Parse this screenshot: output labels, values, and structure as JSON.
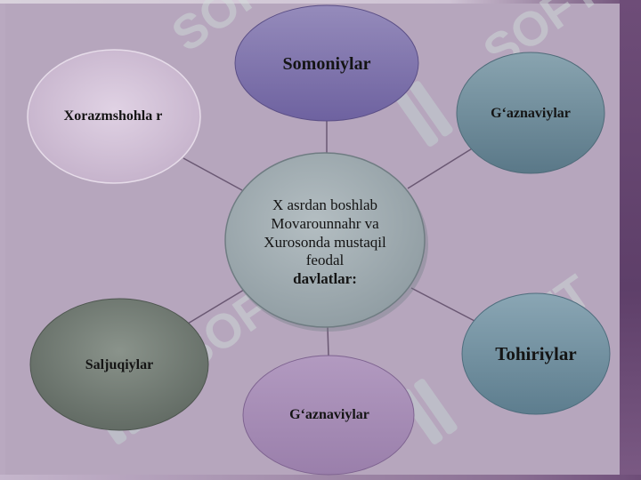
{
  "diagram": {
    "center": {
      "text": "X asrdan boshlab Movarounnahr va Xurosonda mustaqil feodal",
      "bold_text": "davlatlar:"
    },
    "nodes": [
      {
        "id": "top",
        "label": "Somoniylar"
      },
      {
        "id": "top-right",
        "label": "G‘aznaviylar"
      },
      {
        "id": "top-left",
        "label": "Xorazmshohla r"
      },
      {
        "id": "bottom-right",
        "label": "Tohiriylar"
      },
      {
        "id": "bottom",
        "label": "G‘aznaviylar"
      },
      {
        "id": "bottom-left",
        "label": "Saljuqiylar"
      }
    ]
  },
  "watermark": {
    "text": "SOFT"
  },
  "colors": {
    "background": "#b6a6bd",
    "center": "#a3aeb3",
    "top": "#8477ad",
    "top_right": "#6f8c9a",
    "top_left": "#cab8cf",
    "bottom_right": "#6f8e9f",
    "bottom": "#a88db6",
    "bottom_left": "#717a72",
    "connector": "#6a5873"
  }
}
